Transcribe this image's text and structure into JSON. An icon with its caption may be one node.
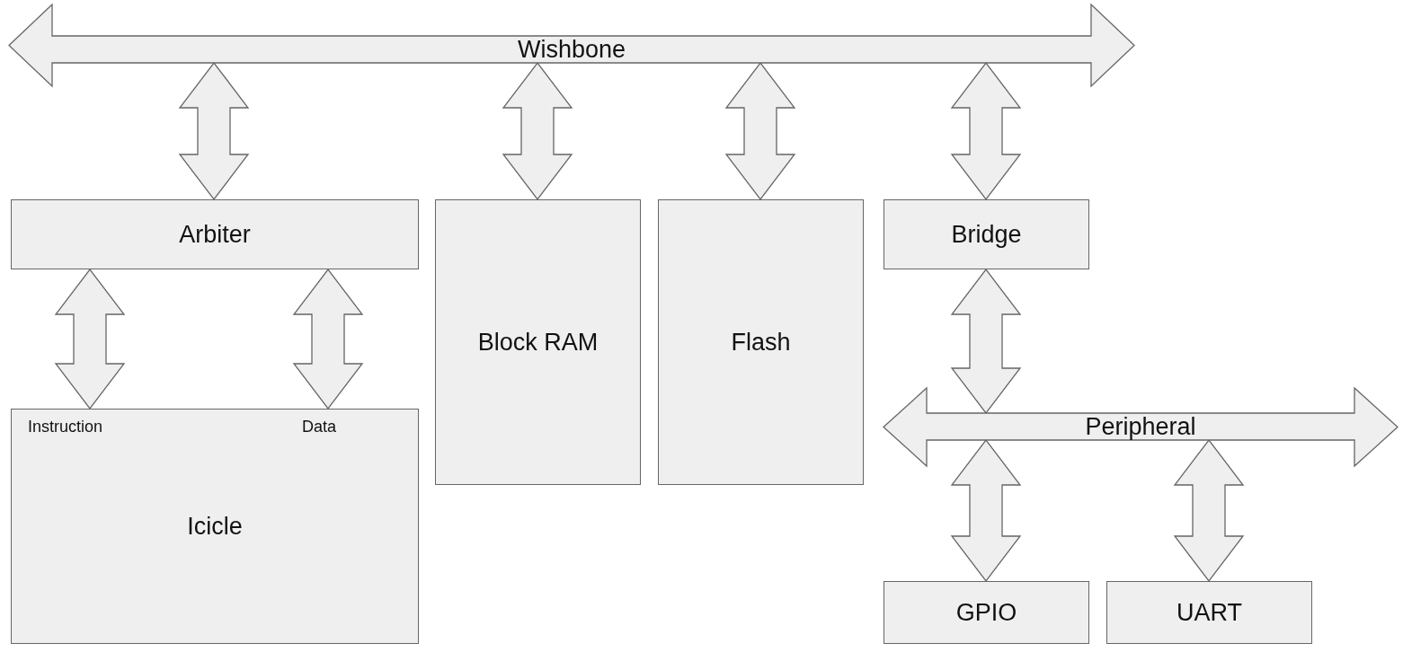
{
  "diagram": {
    "nodes": [
      {
        "text": [
          "Wishbone"
        ]
      },
      {
        "text": [
          "Arbiter"
        ]
      },
      {
        "text": [
          "Block RAM"
        ]
      },
      {
        "text": [
          "Flash"
        ]
      },
      {
        "text": [
          "Bridge"
        ]
      },
      {
        "text": [
          "Instruction",
          "Data",
          "Icicle"
        ]
      },
      {
        "text": [
          "Peripheral"
        ]
      },
      {
        "text": [
          "GPIO"
        ]
      },
      {
        "text": [
          "UART"
        ]
      }
    ],
    "edges": [
      {
        "from": 0,
        "to": 1,
        "arrow": "both"
      },
      {
        "from": 0,
        "to": 2,
        "arrow": "both"
      },
      {
        "from": 0,
        "to": 3,
        "arrow": "both"
      },
      {
        "from": 0,
        "to": 4,
        "arrow": "both"
      },
      {
        "from": 1,
        "to": 5,
        "arrow": "both"
      },
      {
        "from": 1,
        "to": 5,
        "arrow": "both"
      },
      {
        "from": 4,
        "to": 6,
        "arrow": "both"
      },
      {
        "from": 6,
        "to": 7,
        "arrow": "both"
      },
      {
        "from": 6,
        "to": 8,
        "arrow": "both"
      }
    ]
  }
}
